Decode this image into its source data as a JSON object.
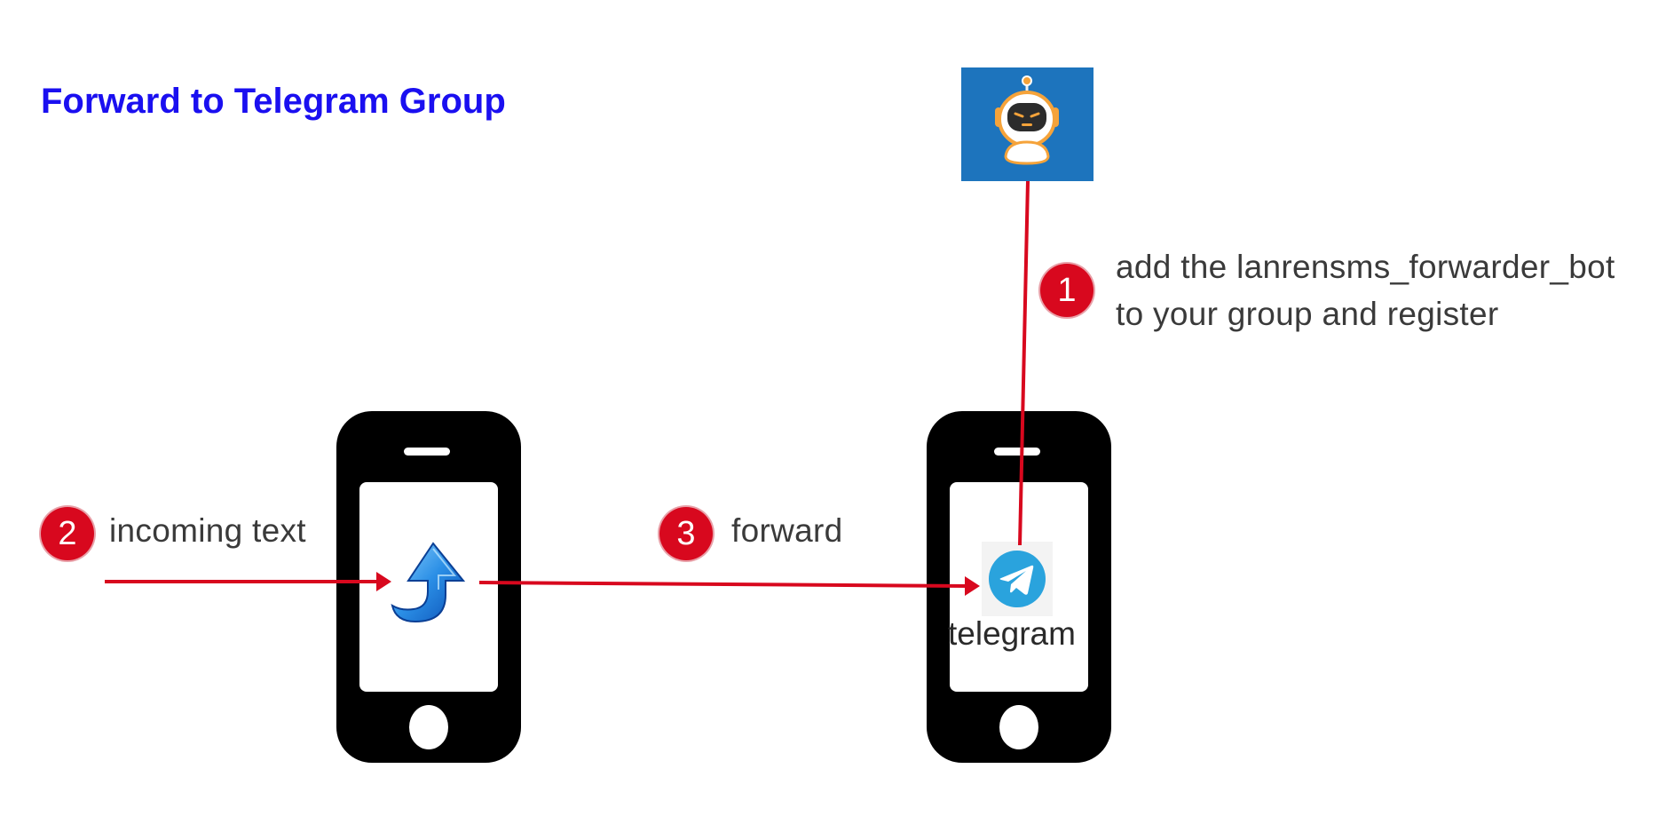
{
  "title": "Forward to Telegram Group",
  "steps": [
    {
      "number": "1",
      "label_line1": "add the lanrensms_forwarder_bot",
      "label_line2": "to your group and register"
    },
    {
      "number": "2",
      "label": "incoming text"
    },
    {
      "number": "3",
      "label": "forward"
    }
  ],
  "telegram_caption": "telegram",
  "icons": {
    "bot": "robot-icon",
    "sender_app": "forward-arrow-icon",
    "receiver_app": "telegram-icon",
    "phones": "smartphone-icon"
  },
  "colors": {
    "title": "#1a0ff0",
    "accent": "#d8081e",
    "bot_tile": "#1d74bd",
    "telegram": "#2aa3dd",
    "phone": "#000000"
  }
}
